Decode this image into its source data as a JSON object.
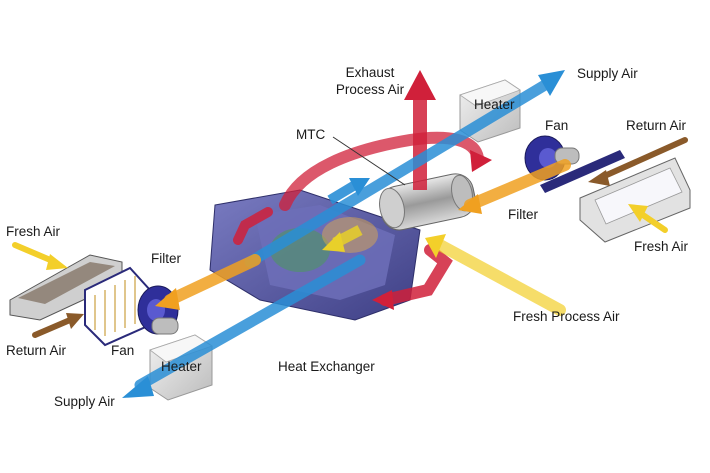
{
  "labels": {
    "exhaust_process_air": [
      "Exhaust",
      "Process Air"
    ],
    "supply_air_top": "Supply Air",
    "heater_top": "Heater",
    "mtc": "MTC",
    "fan_right": "Fan",
    "return_air_right": "Return Air",
    "filter_right": "Filter",
    "fresh_air_right": "Fresh Air",
    "fresh_air_left": "Fresh Air",
    "filter_left": "Filter",
    "return_air_left": "Return Air",
    "fan_left": "Fan",
    "heater_bottom": "Heater",
    "heat_exchanger": "Heat Exchanger",
    "fresh_process_air": "Fresh Process Air",
    "supply_air_bottom": "Supply Air"
  },
  "colors": {
    "supply_air": "#2a8fd6",
    "exhaust_air": "#d0203a",
    "fresh_air": "#f3cf2a",
    "return_air": "#8a5a2a",
    "mixed_air": "#f0a020",
    "housing": "#5d5fa8",
    "heater": "#d9d9d9"
  }
}
